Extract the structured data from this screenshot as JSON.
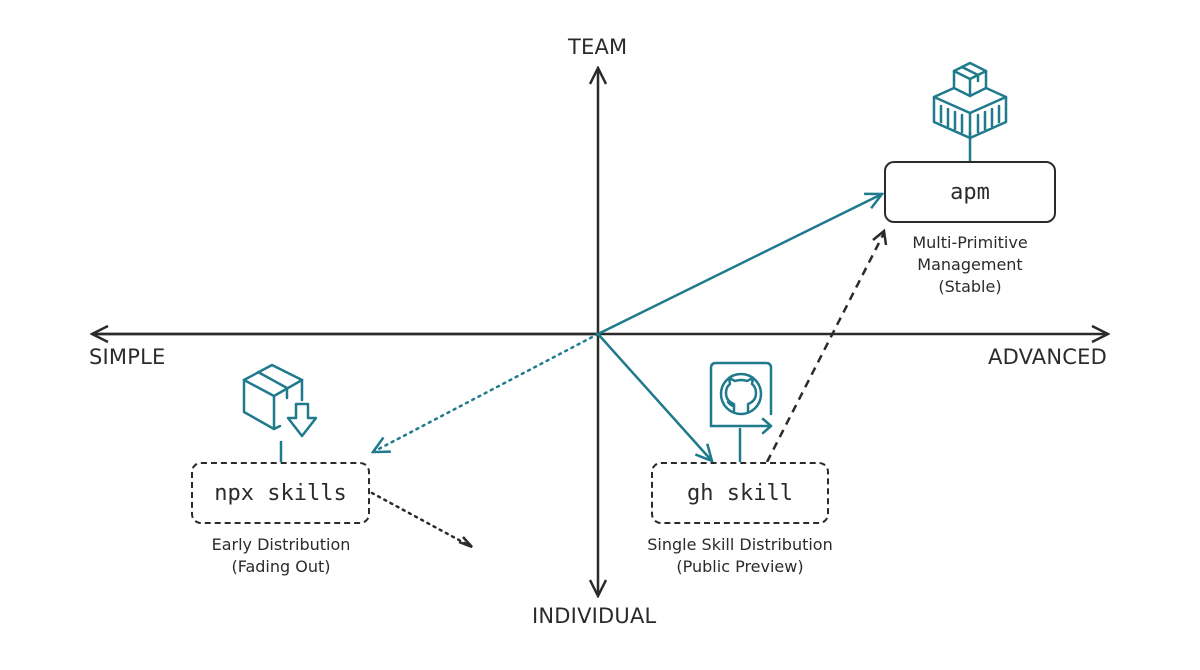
{
  "axes": {
    "top": "TEAM",
    "bottom": "INDIVIDUAL",
    "left": "SIMPLE",
    "right": "ADVANCED"
  },
  "colors": {
    "ink": "#2b2b2b",
    "accent": "#1f7a8c"
  },
  "nodes": {
    "apm": {
      "label": "apm",
      "border": "solid",
      "icon": "container-package-icon",
      "caption": [
        "Multi-Primitive",
        "Management",
        "(Stable)"
      ]
    },
    "npx": {
      "label": "npx skills",
      "border": "dashed",
      "icon": "package-download-icon",
      "caption": [
        "Early Distribution",
        "(Fading Out)"
      ]
    },
    "gh": {
      "label": "gh skill",
      "border": "dashed",
      "icon": "github-repo-push-icon",
      "caption": [
        "Single Skill Distribution",
        "(Public Preview)"
      ]
    }
  },
  "edges": [
    {
      "from": "origin",
      "to": "apm",
      "style": "solid",
      "color": "accent"
    },
    {
      "from": "origin",
      "to": "gh",
      "style": "solid",
      "color": "accent"
    },
    {
      "from": "origin",
      "to": "npx",
      "style": "dotted",
      "color": "accent"
    },
    {
      "from": "gh",
      "to": "apm",
      "style": "dashed",
      "color": "ink"
    },
    {
      "from": "npx",
      "to": "fading-out",
      "style": "dotted",
      "color": "ink"
    }
  ]
}
